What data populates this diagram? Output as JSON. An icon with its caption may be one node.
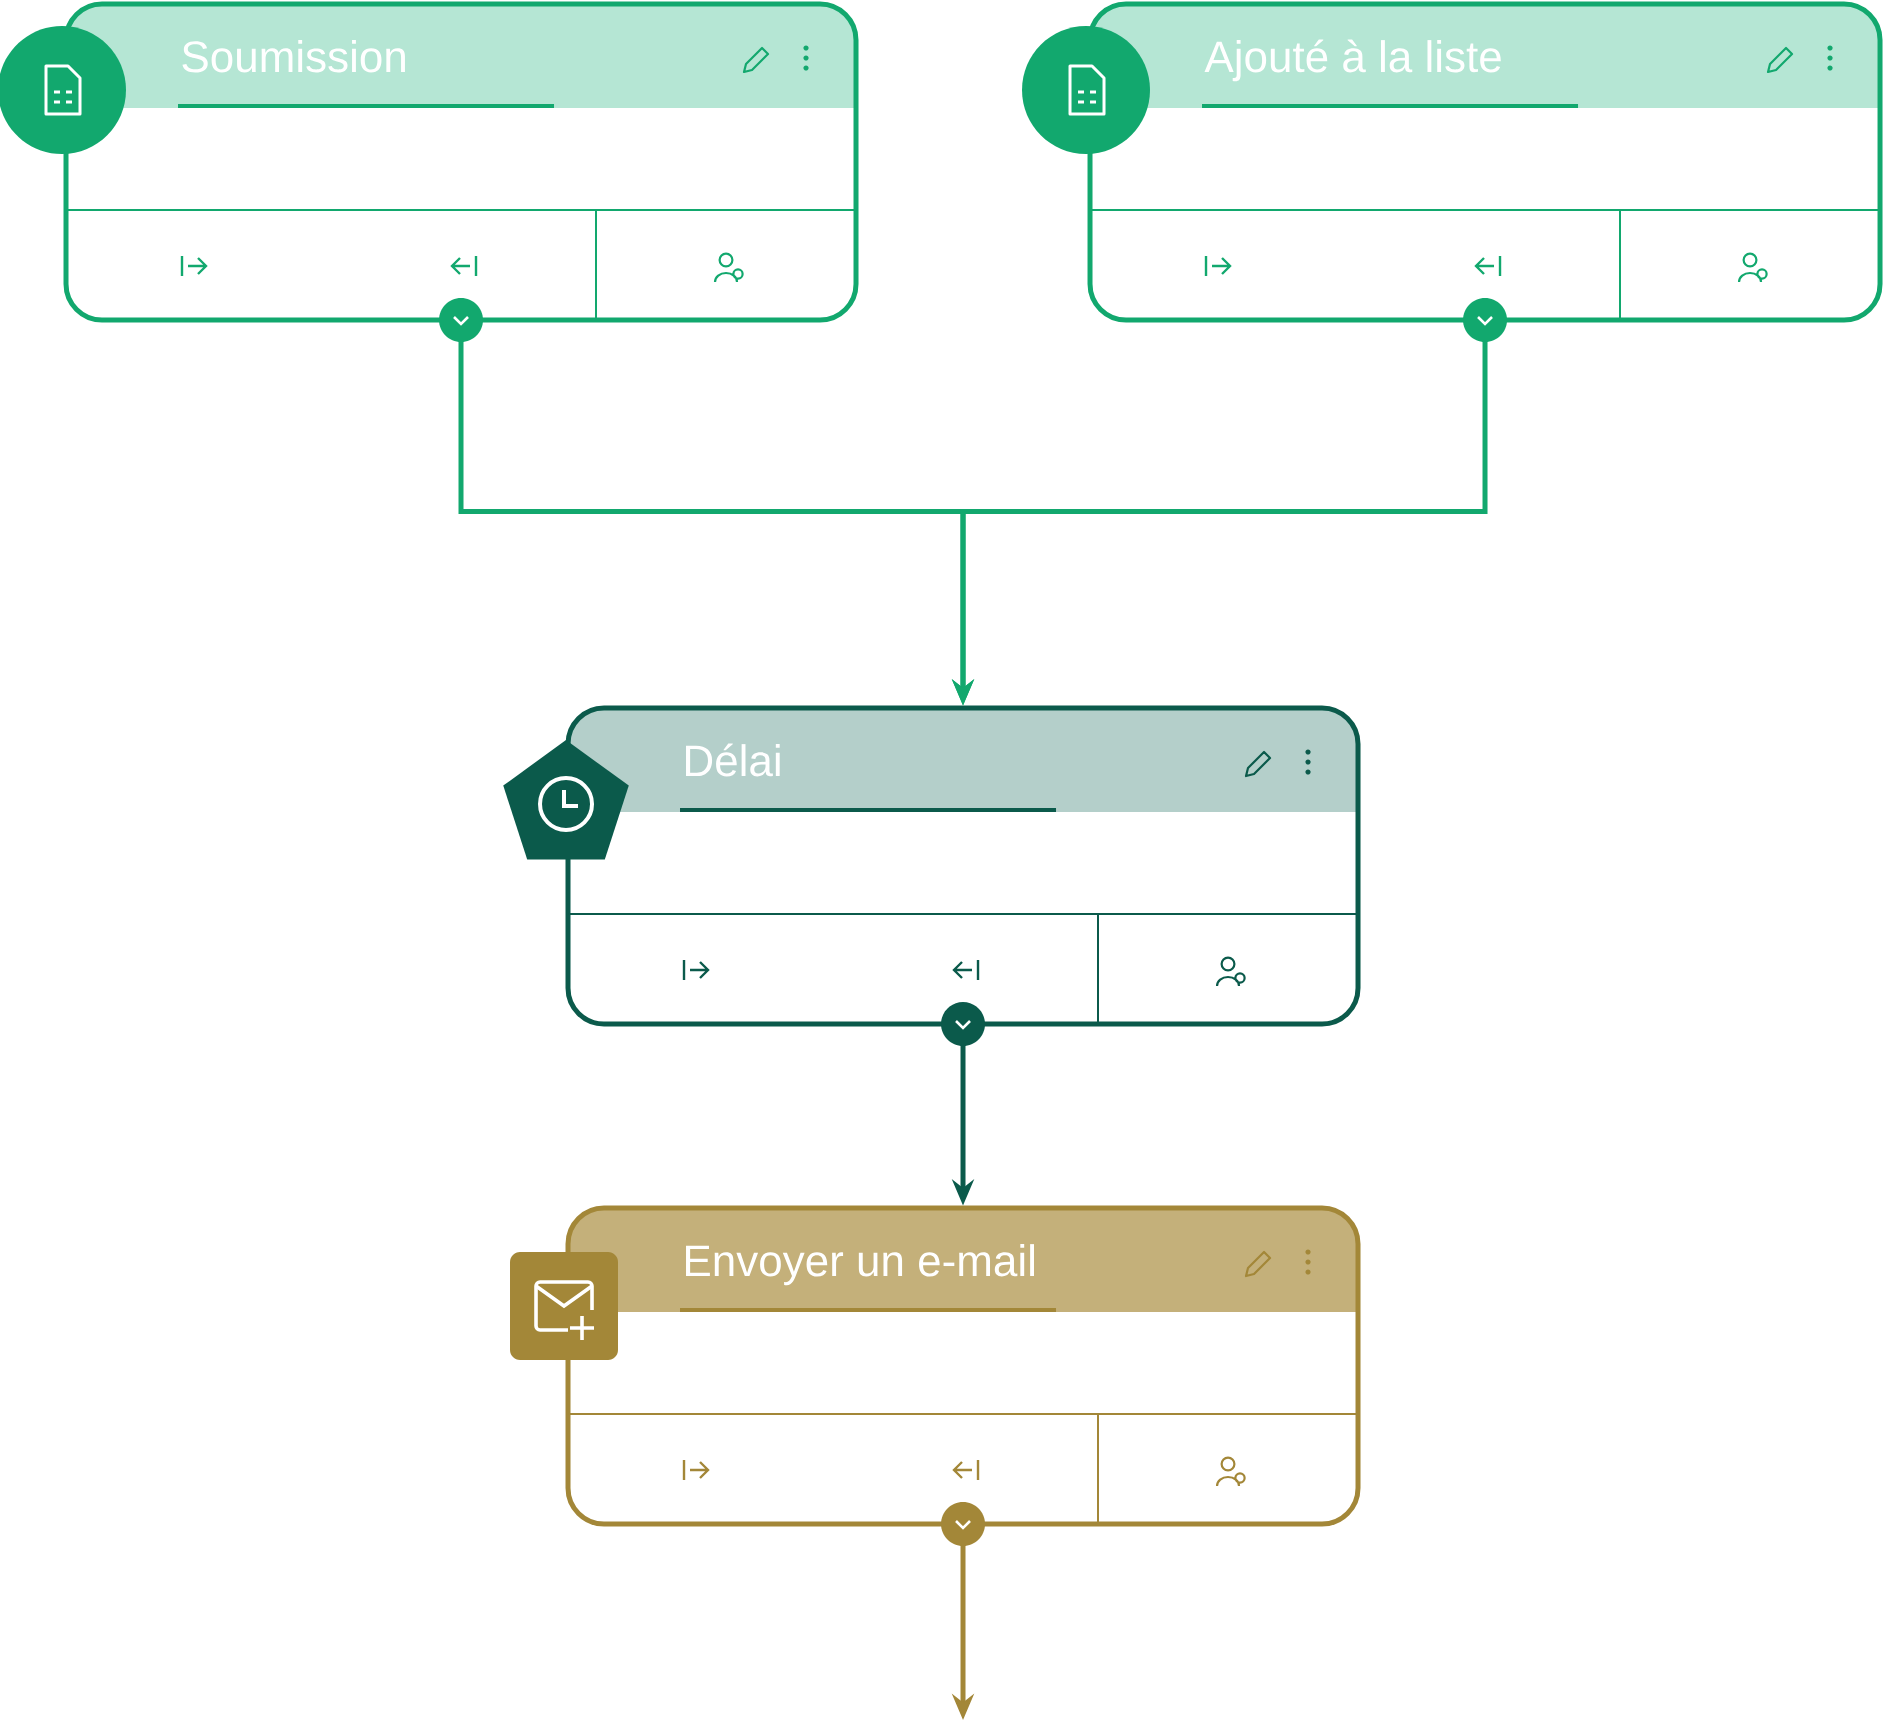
{
  "diagram": {
    "nodes": [
      {
        "text": [
          "Soumission"
        ]
      },
      {
        "text": [
          "Ajouté à la liste"
        ]
      },
      {
        "text": [
          "Délai"
        ]
      },
      {
        "text": [
          "Envoyer un e-mail"
        ]
      }
    ],
    "edges": [
      {
        "from": 0,
        "to": 2,
        "arrow": "to",
        "color": "#12a86e"
      },
      {
        "from": 1,
        "to": 2,
        "arrow": "to",
        "color": "#12a86e"
      },
      {
        "from": 2,
        "to": 3,
        "arrow": "to",
        "color": "#0b5a4b"
      },
      {
        "from": 3,
        "to": null,
        "arrow": "to",
        "color": "#a38738"
      }
    ]
  }
}
